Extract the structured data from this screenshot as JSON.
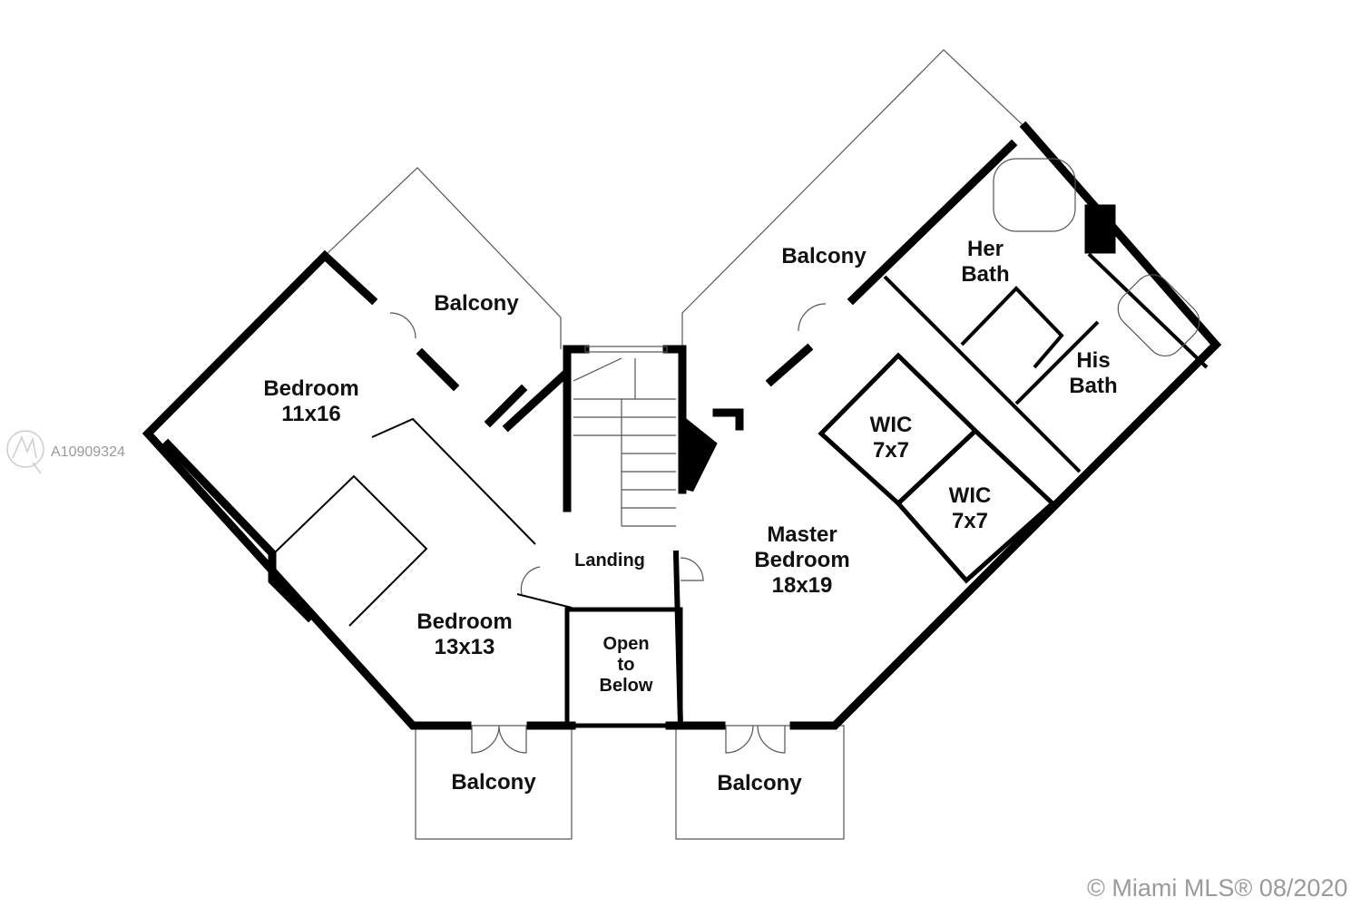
{
  "rooms": {
    "balcony_left_top": "Balcony",
    "bedroom1_name": "Bedroom",
    "bedroom1_size": "11x16",
    "bedroom2_name": "Bedroom",
    "bedroom2_size": "13x13",
    "landing": "Landing",
    "open_below_1": "Open",
    "open_below_2": "to",
    "open_below_3": "Below",
    "balcony_bottom_left": "Balcony",
    "balcony_bottom_right": "Balcony",
    "balcony_right_top": "Balcony",
    "master_1": "Master",
    "master_2": "Bedroom",
    "master_size": "18x19",
    "wic1_name": "WIC",
    "wic1_size": "7x7",
    "wic2_name": "WIC",
    "wic2_size": "7x7",
    "her_bath_1": "Her",
    "her_bath_2": "Bath",
    "his_bath_1": "His",
    "his_bath_2": "Bath"
  },
  "watermarks": {
    "listing_id": "A10909324",
    "copyright": "© Miami MLS® 08/2020"
  }
}
